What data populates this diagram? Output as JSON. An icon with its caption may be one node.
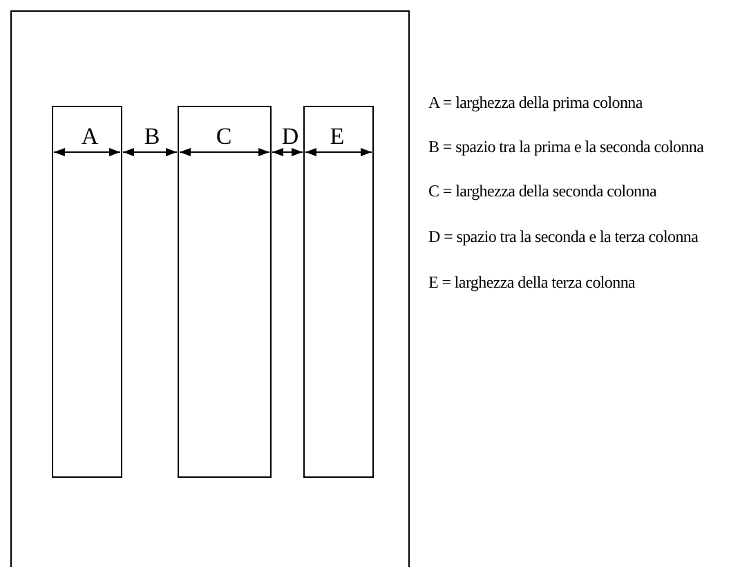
{
  "diagram": {
    "labels": [
      "A",
      "B",
      "C",
      "D",
      "E",
      "A = larghezza della prima colonna",
      "B = spazio tra la prima e la seconda colonna",
      "C = larghezza della seconda colonna",
      "D = spazio tra la seconda e la terza colonna",
      "E = larghezza della terza colonna"
    ]
  }
}
